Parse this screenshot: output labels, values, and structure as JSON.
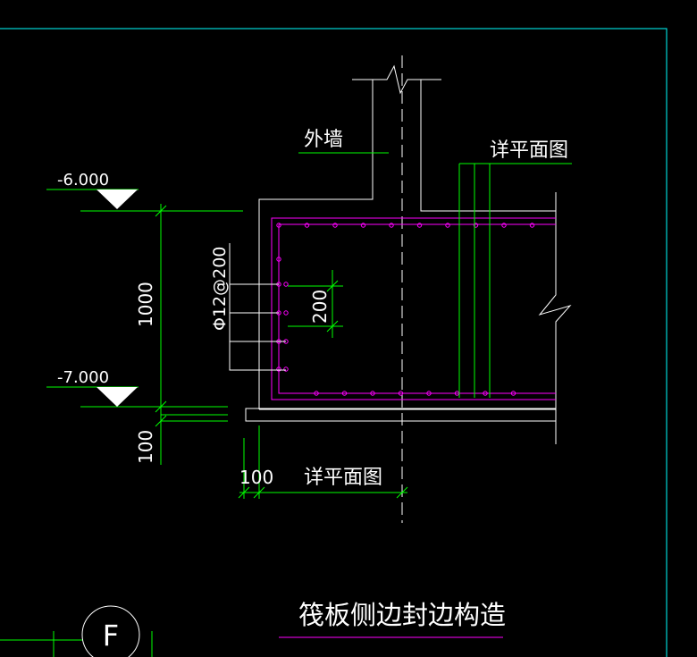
{
  "labels": {
    "outer_wall": "外墙",
    "detail_plan_top": "详平面图",
    "detail_plan_bottom": "详平面图",
    "rebar_spec": "Φ12@200",
    "title": "筏板侧边封边构造",
    "axis_bubble": "F"
  },
  "elevations": {
    "top": "-6.000",
    "bottom": "-7.000"
  },
  "dimensions": {
    "slab_thickness": "1000",
    "rebar_spacing": "200",
    "cushion_thickness": "100",
    "edge_offset": "100"
  },
  "colors": {
    "background": "#000000",
    "frame": "#00ffff",
    "line_green": "#00ff00",
    "line_white": "#ffffff",
    "rebar_magenta": "#ff00ff",
    "text": "#ffffff"
  }
}
